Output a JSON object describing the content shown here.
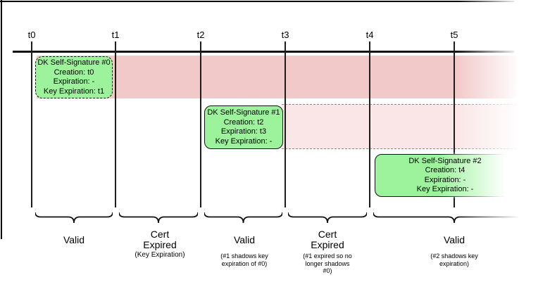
{
  "timeline": {
    "ticks": [
      "t0",
      "t1",
      "t2",
      "t3",
      "t4",
      "t5"
    ]
  },
  "signatures": [
    {
      "title": "DK Self-Signature #0",
      "creation": "Creation: t0",
      "expiration": "Expiration: -",
      "key_expiration": "Key Expiration: t1"
    },
    {
      "title": "DK Self-Signature #1",
      "creation": "Creation: t2",
      "expiration": "Expiration: t3",
      "key_expiration": "Key Expiration: -"
    },
    {
      "title": "DK Self-Signature #2",
      "creation": "Creation: t4",
      "expiration": "Expiration: -",
      "key_expiration": "Key Expiration: -"
    }
  ],
  "periods": [
    {
      "label": "Valid",
      "caption": ""
    },
    {
      "label": "Cert Expired",
      "caption": "(Key Expiration)"
    },
    {
      "label": "Valid",
      "caption": "(#1 shadows key expiration of #0)"
    },
    {
      "label": "Cert Expired",
      "caption": "(#1 expired so no longer shadows #0)"
    },
    {
      "label": "Valid",
      "caption": "(#2 shadows key expiration)"
    }
  ],
  "colors": {
    "signature_green": "#9cf39c",
    "expired_band_strong": "#f2c9c9",
    "expired_band_faint": "#fae6e6",
    "line": "#111111"
  }
}
